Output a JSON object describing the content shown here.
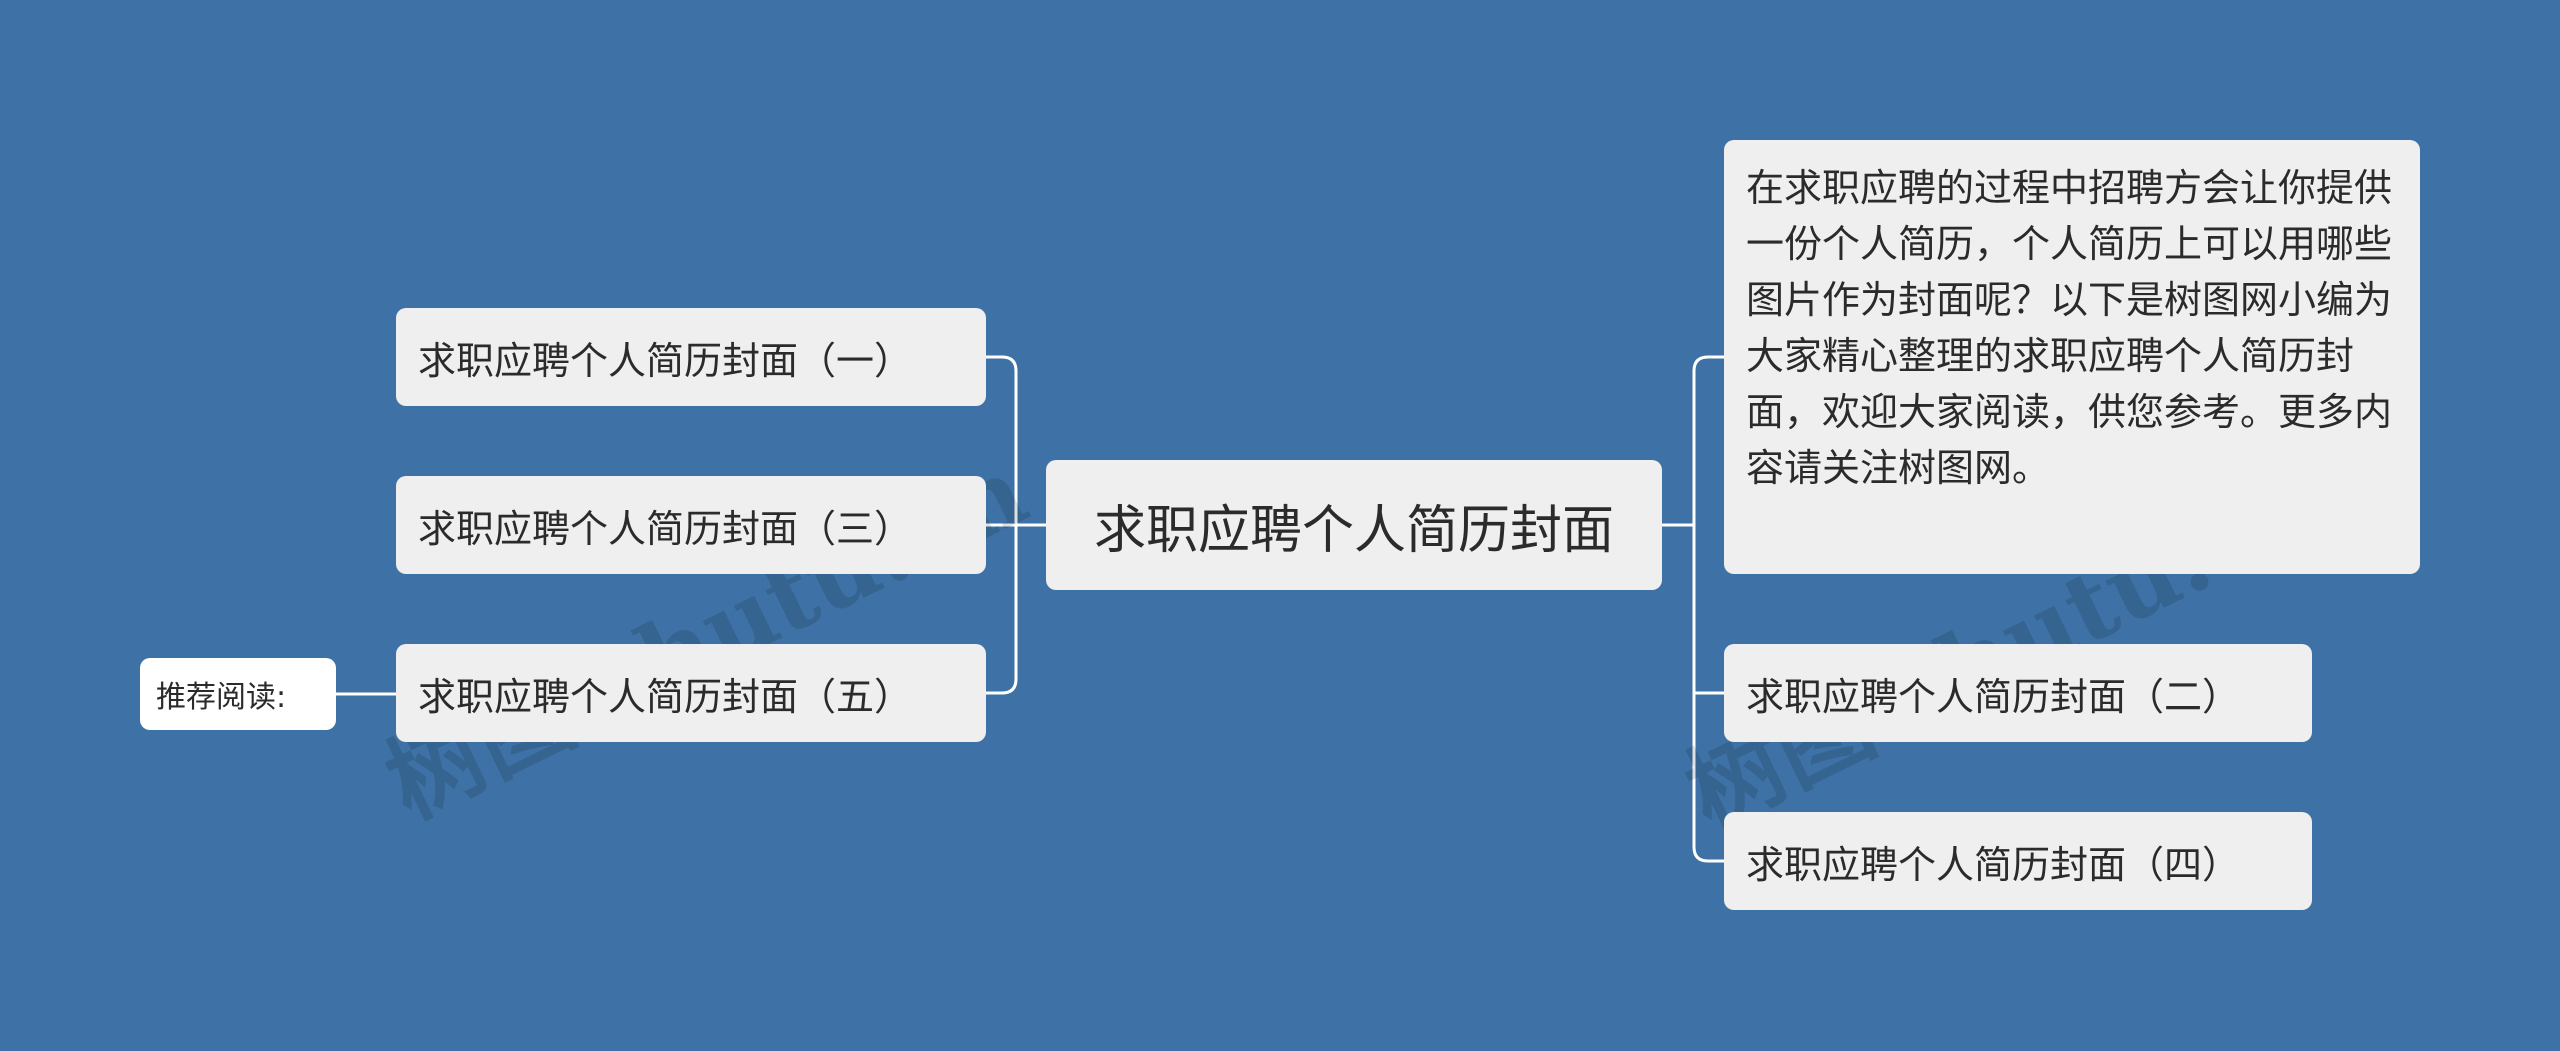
{
  "mindmap": {
    "center": "求职应聘个人简历封面",
    "left_branches": [
      "求职应聘个人简历封面（一）",
      "求职应聘个人简历封面（三）",
      "求职应聘个人简历封面（五）"
    ],
    "right_description": "在求职应聘的过程中招聘方会让你提供一份个人简历，个人简历上可以用哪些图片作为封面呢？以下是树图网小编为大家精心整理的求职应聘个人简历封面，欢迎大家阅读，供您参考。更多内容请关注树图网。",
    "right_branches": [
      "求职应聘个人简历封面（二）",
      "求职应聘个人简历封面（四）"
    ],
    "tag": "推荐阅读:"
  },
  "watermark": {
    "text": "树图 shutu.cn"
  },
  "colors": {
    "background": "#3e72a6",
    "node_fill": "#efefef",
    "tag_fill": "#ffffff",
    "connector": "#ffffff",
    "text": "#2b2b2b"
  }
}
